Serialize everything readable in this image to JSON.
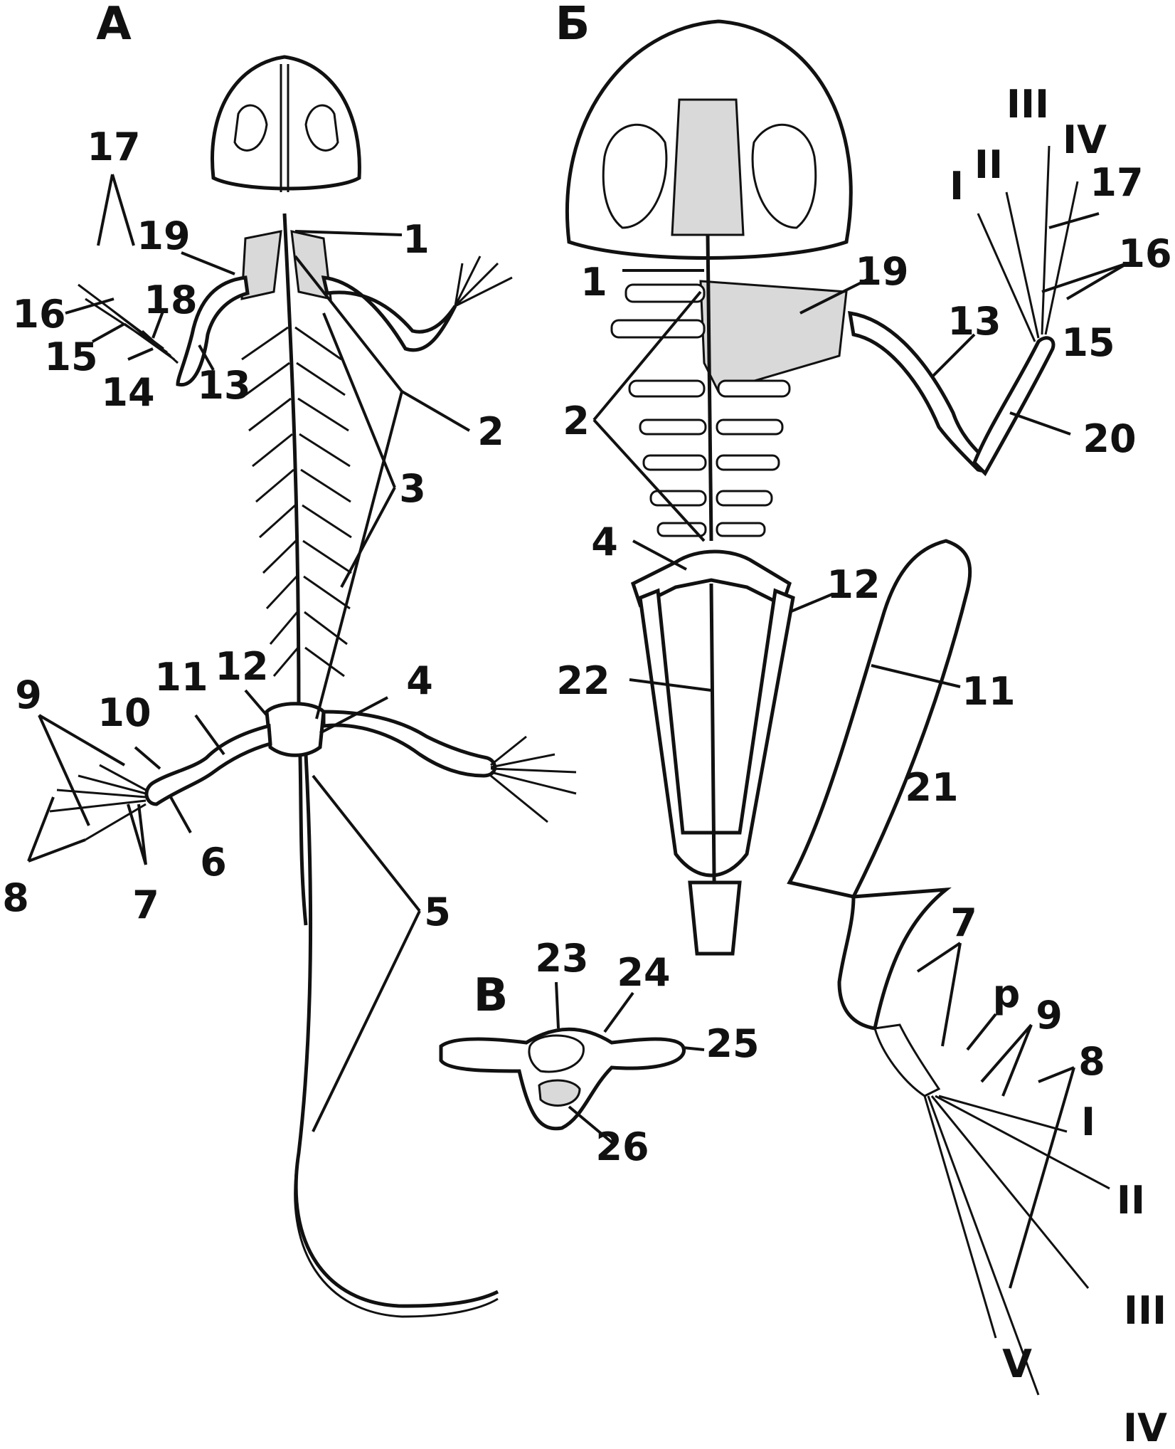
{
  "panels": {
    "a": "А",
    "b": "Б",
    "v": "В"
  },
  "labels_a": [
    "17",
    "19",
    "1",
    "16",
    "18",
    "15",
    "14",
    "13",
    "2",
    "3",
    "12",
    "4",
    "11",
    "9",
    "10",
    "6",
    "8",
    "7",
    "5"
  ],
  "labels_b": [
    "III",
    "IV",
    "II",
    "I",
    "17",
    "16",
    "19",
    "1",
    "13",
    "15",
    "2",
    "20",
    "4",
    "12",
    "22",
    "11",
    "21",
    "7",
    "p",
    "9",
    "8",
    "I",
    "II",
    "III",
    "V",
    "IV"
  ],
  "labels_v": [
    "23",
    "24",
    "25",
    "26"
  ]
}
